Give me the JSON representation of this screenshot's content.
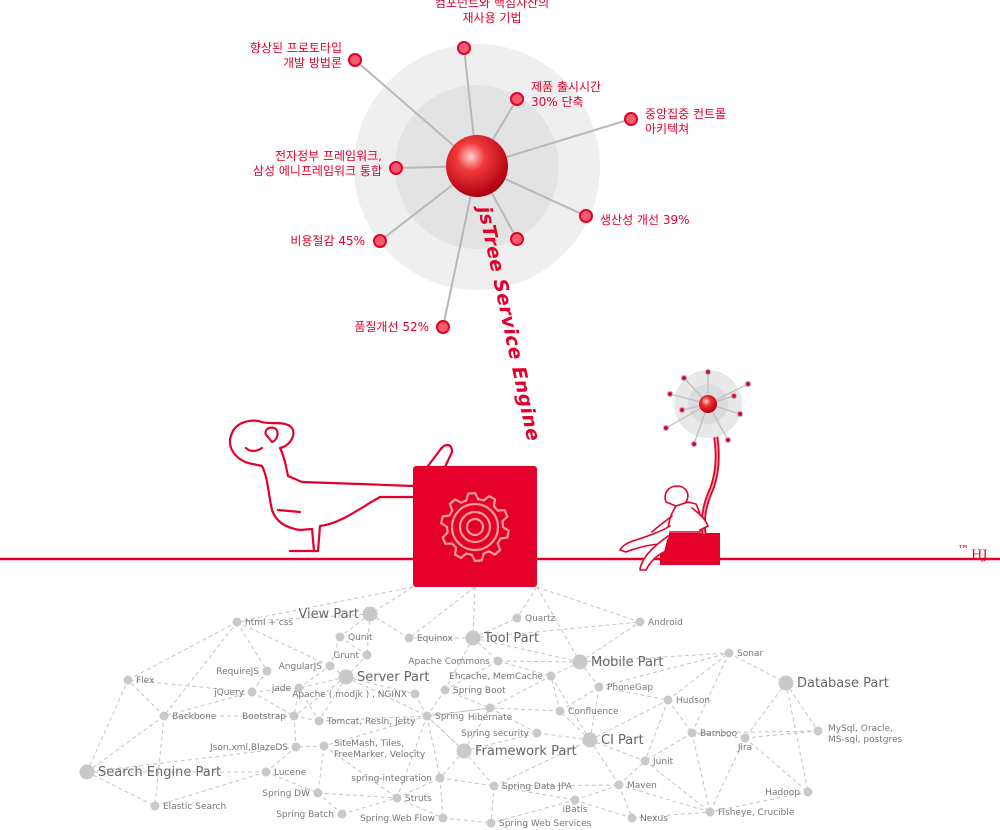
{
  "brand": {
    "mark": "™",
    "name": "HJ"
  },
  "engine_title": "jsTree Service Engine",
  "colors": {
    "accent": "#e4002b",
    "node_gray": "#c8c8c8",
    "line_gray": "#c0c0c0"
  },
  "benefits": [
    {
      "id": "b1",
      "lines": [
        "컴포넌트와 핵심자산의",
        "재사용 기법"
      ]
    },
    {
      "id": "b2",
      "lines": [
        "향상된 프로토타입",
        "개발 방법론"
      ]
    },
    {
      "id": "b3",
      "lines": [
        "제품 출시시간",
        "30% 단축"
      ]
    },
    {
      "id": "b4",
      "lines": [
        "중앙집중 컨트롤",
        "아키텍쳐"
      ]
    },
    {
      "id": "b5",
      "lines": [
        "전자정부 프레임워크,",
        "삼성 에니프레임워크 통합"
      ]
    },
    {
      "id": "b6",
      "lines": [
        "생산성 개선 39%"
      ]
    },
    {
      "id": "b7",
      "lines": [
        "비용절감 45%"
      ]
    },
    {
      "id": "b8",
      "lines": [
        "품질개선 52%"
      ]
    },
    {
      "id": "b9",
      "lines": []
    }
  ],
  "network": {
    "parts": [
      {
        "id": "view",
        "label": "View Part"
      },
      {
        "id": "tool",
        "label": "Tool Part"
      },
      {
        "id": "mobile",
        "label": "Mobile Part"
      },
      {
        "id": "server",
        "label": "Server Part"
      },
      {
        "id": "database",
        "label": "Database Part"
      },
      {
        "id": "framework",
        "label": "Framework Part"
      },
      {
        "id": "ci",
        "label": "CI Part"
      },
      {
        "id": "search",
        "label": "Search Engine Part"
      }
    ],
    "techs": [
      {
        "id": "html",
        "label": "html + css"
      },
      {
        "id": "qunit",
        "label": "Qunit"
      },
      {
        "id": "equinox",
        "label": "Equinox"
      },
      {
        "id": "quartz",
        "label": "Quartz"
      },
      {
        "id": "android",
        "label": "Android"
      },
      {
        "id": "grunt",
        "label": "Grunt"
      },
      {
        "id": "angular",
        "label": "AngularJS"
      },
      {
        "id": "requirejs",
        "label": "RequireJS"
      },
      {
        "id": "flex",
        "label": "Flex"
      },
      {
        "id": "jquery",
        "label": "jQuery"
      },
      {
        "id": "jade",
        "label": "jade"
      },
      {
        "id": "apachecommons",
        "label": "Apache Commons"
      },
      {
        "id": "ehcache",
        "label": "Ehcache, MemCache"
      },
      {
        "id": "sonar",
        "label": "Sonar"
      },
      {
        "id": "apachenginx",
        "label": "Apache ( modjk ) , NGINX"
      },
      {
        "id": "springboot",
        "label": "Spring Boot"
      },
      {
        "id": "phonegap",
        "label": "PhoneGap"
      },
      {
        "id": "hudson",
        "label": "Hudson"
      },
      {
        "id": "backbone",
        "label": "Backbone"
      },
      {
        "id": "bootstrap",
        "label": "Bootstrap"
      },
      {
        "id": "tomcat",
        "label": "Tomcat, Resin, Jetty"
      },
      {
        "id": "spring",
        "label": "Spring"
      },
      {
        "id": "confluence",
        "label": "Confluence"
      },
      {
        "id": "hibernate",
        "label": "Hibernate"
      },
      {
        "id": "springsecurity",
        "label": "Spring security"
      },
      {
        "id": "bamboo",
        "label": "Bamboo"
      },
      {
        "id": "mysql",
        "label": "MySql, Oracle,|MS-sql, postgres"
      },
      {
        "id": "json",
        "label": "Json,xml,BlazeDS"
      },
      {
        "id": "sitemesh",
        "label": "SiteMash, Tiles,|FreeMarker, Velocity"
      },
      {
        "id": "jira",
        "label": "Jira"
      },
      {
        "id": "junit",
        "label": "Junit"
      },
      {
        "id": "lucene",
        "label": "Lucene"
      },
      {
        "id": "springintegration",
        "label": "spring-integration"
      },
      {
        "id": "springdatajpa",
        "label": "Spring Data JPA"
      },
      {
        "id": "maven",
        "label": "Maven"
      },
      {
        "id": "hadoop",
        "label": "Hadoop"
      },
      {
        "id": "springdw",
        "label": "Spring DW"
      },
      {
        "id": "struts",
        "label": "Struts"
      },
      {
        "id": "elastic",
        "label": "Elastic Search"
      },
      {
        "id": "ibatis",
        "label": "iBatis"
      },
      {
        "id": "fisheye",
        "label": "Fisheye, Crucible"
      },
      {
        "id": "springbatch",
        "label": "Spring Batch"
      },
      {
        "id": "springwebflow",
        "label": "Spring Web Flow"
      },
      {
        "id": "springwebservices",
        "label": "Spring Web Services"
      },
      {
        "id": "nexus",
        "label": "Nexus"
      }
    ]
  }
}
